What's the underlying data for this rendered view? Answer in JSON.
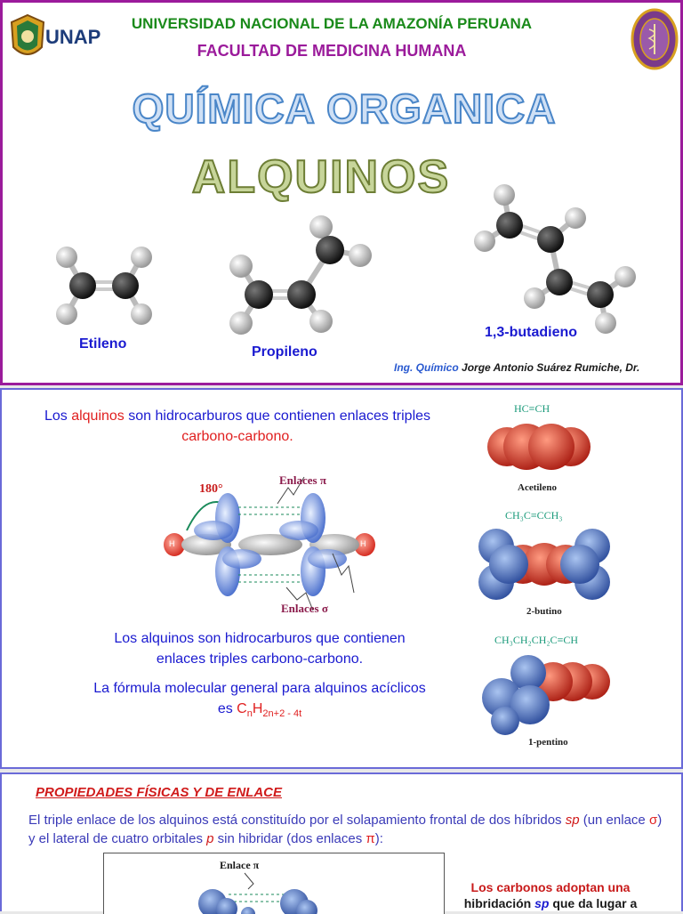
{
  "slide1": {
    "logo_left_text": "UNAP",
    "university": "UNIVERSIDAD NACIONAL DE LA AMAZONÍA PERUANA",
    "faculty": "FACULTAD DE MEDICINA HUMANA",
    "title": "QUÍMICA ORGANICA",
    "subtitle": "ALQUINOS",
    "molecules": [
      "Etileno",
      "Propileno",
      "1,3-butadieno"
    ],
    "credit_prefix": "Ing. Químico",
    "credit_name": "Jorge Antonio Suárez Rumiche, Dr."
  },
  "slide2": {
    "intro": {
      "p1": "Los ",
      "p2": "alquinos",
      "p3": " son hidrocarburos que contienen enlaces triples ",
      "p4": "carbono-carbono."
    },
    "diagram": {
      "angle": "180°",
      "pi_label": "Enlaces π",
      "sigma_label": "Enlaces σ",
      "h": "H"
    },
    "body": "Los alquinos son hidrocarburos que contienen enlaces triples carbono-carbono.",
    "formula": {
      "text": "La fórmula molecular general para alquinos acíclicos es ",
      "c": "C",
      "n": "n",
      "h": "H",
      "sub": "2n+2 - 4t"
    },
    "examples": [
      {
        "formula": "HC≡CH",
        "name": "Acetileno"
      },
      {
        "formula": "CH₃C≡CCH₃",
        "name": "2-butino"
      },
      {
        "formula": "CH₃CH₂CH₂C≡CH",
        "name": "1-pentino"
      }
    ]
  },
  "slide3": {
    "section_title": "PROPIEDADES FÍSICAS Y DE ENLACE",
    "body": {
      "a": "El triple enlace de los alquinos está constituído por el solapamiento frontal de dos híbridos ",
      "sp": "sp",
      "b": " (un enlace ",
      "sigma": "σ",
      "c": ") y el lateral de cuatro orbitales ",
      "p": "p",
      "d": " sin hibridar (dos enlaces ",
      "pi": "π",
      "e": "):"
    },
    "diagram_label": "Enlace π",
    "side": {
      "a": "Los carbonos adoptan una",
      "b": "hibridación ",
      "sp": "sp",
      "c": " que da lugar a"
    }
  },
  "colors": {
    "slide1_border": "#9b1b9b",
    "university_green": "#1a8a1a",
    "faculty_purple": "#9b1b9b",
    "text_blue": "#1a1ad0",
    "accent_red": "#e02020"
  }
}
